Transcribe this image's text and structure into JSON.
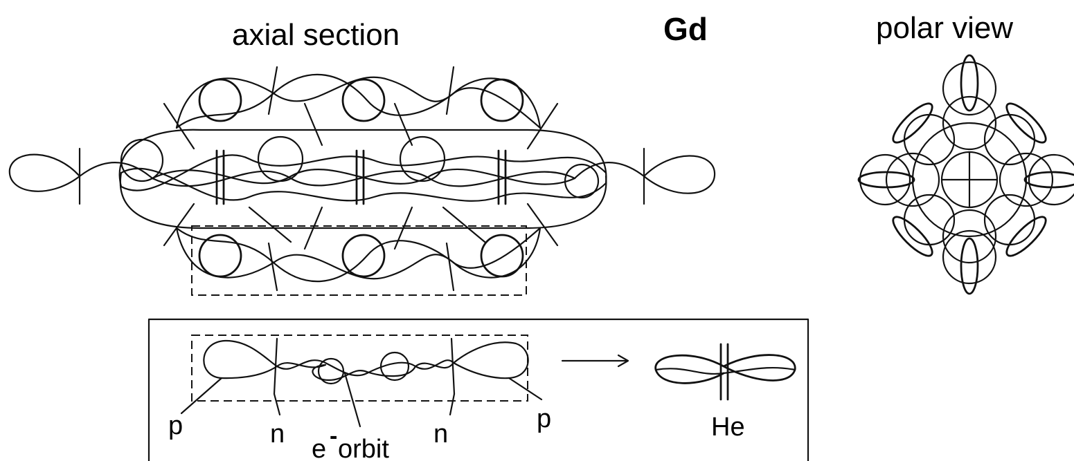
{
  "titles": {
    "axial": "axial section",
    "element": "Gd",
    "polar": "polar view"
  },
  "legend": {
    "proton_left": "p",
    "neutron_left": "n",
    "electron": "e",
    "electron_sup": "-",
    "orbit": "orbit",
    "neutron_right": "n",
    "proton_right": "p",
    "helium": "He"
  }
}
